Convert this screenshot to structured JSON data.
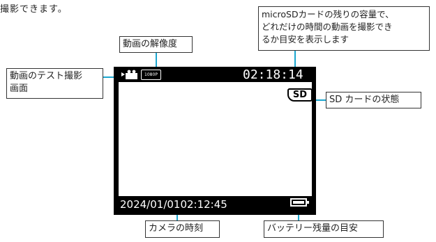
{
  "intro_text": "撮影できます。",
  "callouts": {
    "resolution": "動画の解像度",
    "test_mode": [
      "動画のテスト撮影",
      "画面"
    ],
    "remaining_time": [
      "microSDカードの残りの容量で、",
      "どれだけの時間の動画を撮影でき",
      "るか目安を表示します"
    ],
    "sd_status": "SD カードの状態",
    "clock": "カメラの時刻",
    "battery": "バッテリー残量の目安"
  },
  "screen": {
    "timer": "02:18:14",
    "datetime": "2024/01/0102:12:45",
    "resolution_badge": "1080P",
    "sd_badge": "SD"
  },
  "icons": {
    "mode": "video-camera-icon",
    "resolution": "resolution-1080p-icon",
    "sd": "sd-card-icon",
    "battery": "battery-icon"
  },
  "colors": {
    "leader_line": "#1aa6cf",
    "screen_bg": "#000000",
    "screen_text": "#ffffff"
  }
}
